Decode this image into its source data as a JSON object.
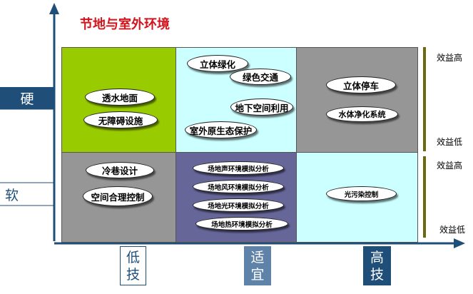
{
  "title": "节地与室外环境",
  "rows": {
    "hard": "硬",
    "soft": "软"
  },
  "columns": [
    {
      "line1": "低",
      "line2": "技"
    },
    {
      "line1": "适",
      "line2": "宜"
    },
    {
      "line1": "高",
      "line2": "技"
    }
  ],
  "cells": {
    "hard_low": [
      "透水地面",
      "无障碍设施"
    ],
    "hard_mid": [
      "立体绿化",
      "绿色交通",
      "地下空间利用",
      "室外原生态保护"
    ],
    "hard_high": [
      "立体停车",
      "水体净化系统"
    ],
    "soft_low": [
      "冷巷设计",
      "空间合理控制"
    ],
    "soft_mid": [
      "场地声环境模拟分析",
      "场地风环境模拟分析",
      "场地光环境模拟分析",
      "场地热环境模拟分析"
    ],
    "soft_high": [
      "光污染控制"
    ]
  },
  "benefit": {
    "hard_high": "效益高",
    "hard_low": "效益低",
    "soft_high": "效益高",
    "soft_low": "效益低"
  },
  "colors": {
    "hard_low": "#99cc00",
    "hard_mid": "#ccffff",
    "hard_high": "#969696",
    "soft_low": "#969696",
    "soft_mid": "#666699",
    "soft_high": "#ccffff",
    "axis": "#1f4e79",
    "title": "#d4141c"
  }
}
